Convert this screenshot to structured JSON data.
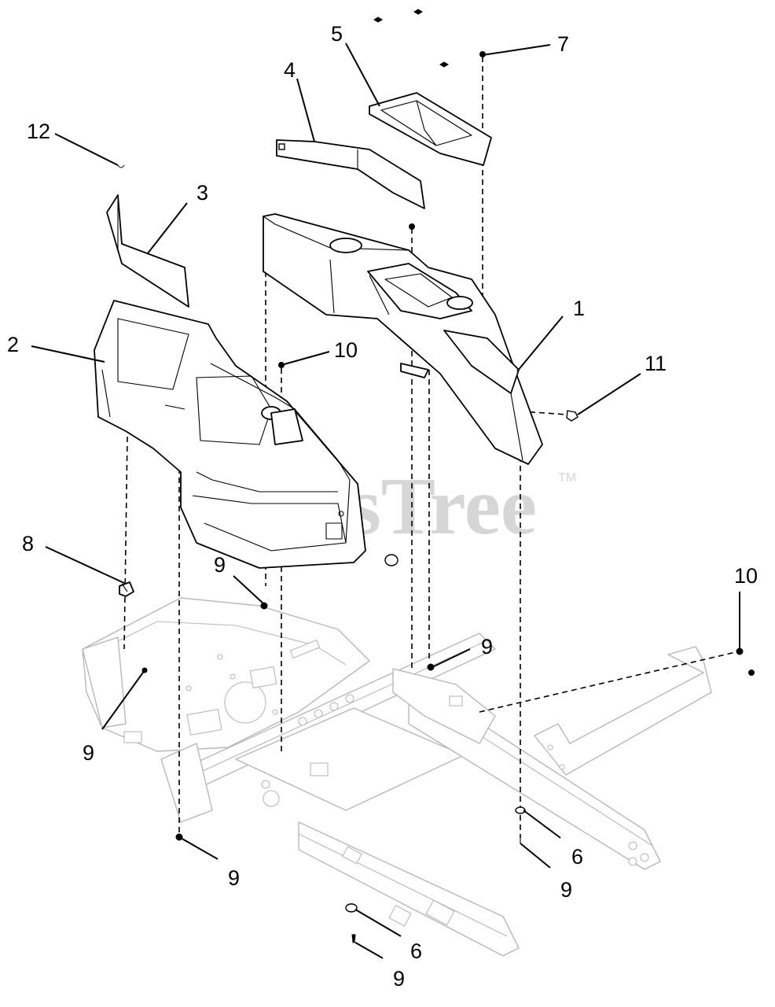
{
  "watermark": {
    "text": "PartsTree",
    "tm": "TM"
  },
  "callouts": [
    {
      "id": "1",
      "label": "1"
    },
    {
      "id": "2",
      "label": "2"
    },
    {
      "id": "3",
      "label": "3"
    },
    {
      "id": "4",
      "label": "4"
    },
    {
      "id": "5",
      "label": "5"
    },
    {
      "id": "6a",
      "label": "6"
    },
    {
      "id": "6b",
      "label": "6"
    },
    {
      "id": "7",
      "label": "7"
    },
    {
      "id": "8",
      "label": "8"
    },
    {
      "id": "9a",
      "label": "9"
    },
    {
      "id": "9b",
      "label": "9"
    },
    {
      "id": "9c",
      "label": "9"
    },
    {
      "id": "9d",
      "label": "9"
    },
    {
      "id": "9e",
      "label": "9"
    },
    {
      "id": "9f",
      "label": "9"
    },
    {
      "id": "10a",
      "label": "10"
    },
    {
      "id": "10b",
      "label": "10"
    },
    {
      "id": "11",
      "label": "11"
    },
    {
      "id": "12",
      "label": "12"
    }
  ]
}
